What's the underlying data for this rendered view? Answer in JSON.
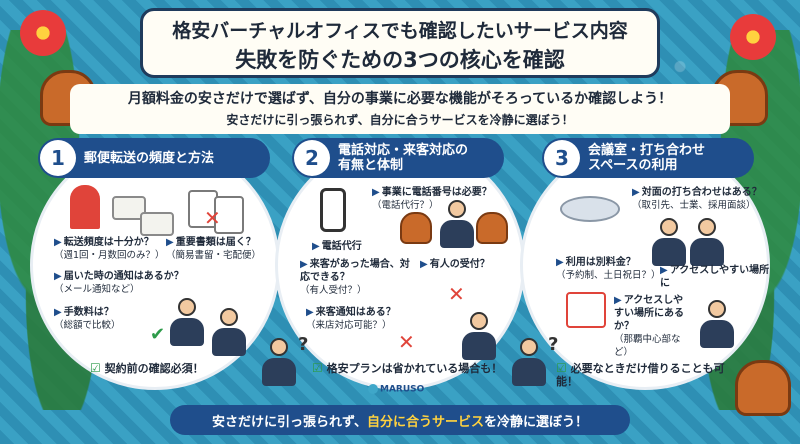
{
  "title": {
    "line1": "格安バーチャルオフィスでも確認したいサービス内容",
    "line2": "失敗を防ぐための3つの核心を確認"
  },
  "subtitle": {
    "line1": "月額料金の安さだけで選ばず、自分の事業に必要な機能がそろっているか確認しよう！",
    "line2": "安さだけに引っ張られず、自分に合うサービスを冷静に選ぼう！"
  },
  "sections": [
    {
      "num": "1",
      "heading": "郵便転送の頻度と方法",
      "items": [
        {
          "main": "転送頻度は十分か？",
          "sub": "（週1回・月数回のみ？）"
        },
        {
          "main": "重要書類は届く？",
          "sub": "（簡易書留・宅配便）"
        },
        {
          "main": "届いた時の通知はあるか？",
          "sub": "（メール通知など）"
        },
        {
          "main": "手数料は？",
          "sub": "（総額で比較）"
        }
      ],
      "footer": "契約前の確認必須！"
    },
    {
      "num": "2",
      "heading_line1": "電話対応・来客対応の",
      "heading_line2": "有無と体制",
      "items": [
        {
          "main": "事業に電話番号は必要？",
          "sub": "（電話代行？）"
        },
        {
          "main": "電話代行",
          "sub": ""
        },
        {
          "main": "来客があった場合、対応できる？",
          "sub": "（有人受付？）"
        },
        {
          "main": "有人の受付？",
          "sub": ""
        },
        {
          "main": "来客通知はある？",
          "sub": "（来店対応可能？）"
        }
      ],
      "footer": "格安プランは省かれている場合も！"
    },
    {
      "num": "3",
      "heading_line1": "会議室・打ち合わせ",
      "heading_line2": "スペースの利用",
      "items": [
        {
          "main": "対面の打ち合わせはある？",
          "sub": "（取引先、士業、採用面談）"
        },
        {
          "main": "利用は別料金？",
          "sub": "（予約制、土日祝日？）"
        },
        {
          "main": "アクセスしやすい場所に",
          "sub": ""
        },
        {
          "main": "アクセスしやすい場所にあるか？",
          "sub": "（那覇中心部など）"
        }
      ],
      "footer": "必要なときだけ借りることも可能！"
    }
  ],
  "logo": "MARUSO",
  "footer": {
    "pre": "安さだけに引っ張られず、",
    "highlight": "自分に合うサービス",
    "post": "を冷静に選ぼう！"
  },
  "colors": {
    "accent": "#1f4e8c",
    "highlight": "#ffd23f",
    "warning": "#e0443a",
    "ok": "#2d9b4a"
  }
}
